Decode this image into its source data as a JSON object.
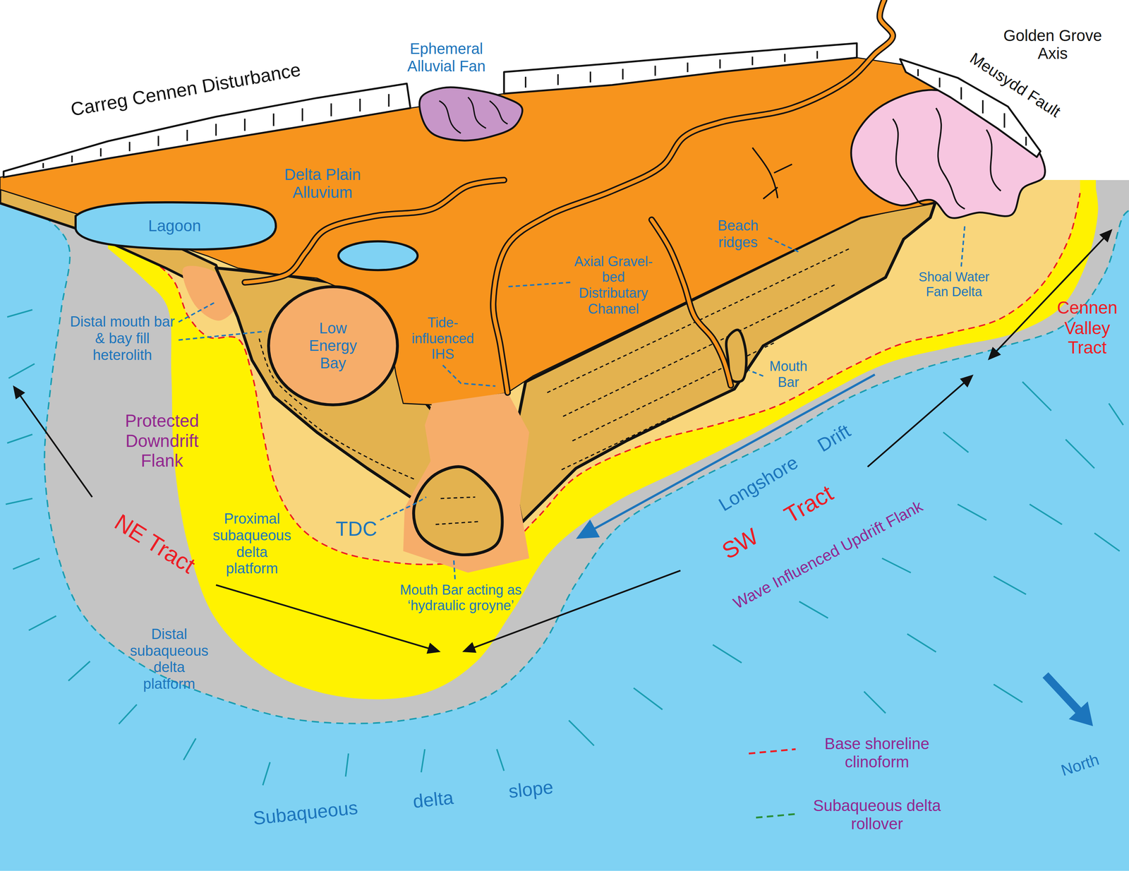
{
  "diagram": {
    "nodes": [
      {
        "text": [
          "Lagoon"
        ]
      },
      {
        "text": [
          "Low Energy Bay"
        ]
      }
    ],
    "labels": [
      "Carreg Cennen Disturbance",
      "Ephemeral Alluvial Fan",
      "Golden Grove Axis",
      "Meusydd Fault",
      "Delta Plain Alluvium",
      "Beach ridges",
      "Axial Gravel-bed Distributary Channel",
      "Shoal Water Fan Delta",
      "Cennen Valley Tract",
      "Distal mouth bar & bay fill heterolith",
      "Tide-influenced IHS",
      "Mouth Bar",
      "Protected Downdrift Flank",
      "Longshore Drift",
      "SW Tract",
      "Wave Influenced Updrift Flank",
      "Proximal subaqueous delta platform",
      "TDC",
      "NE Tract",
      "Mouth Bar acting as ‘hydraulic groyne’",
      "Distal subaqueous delta platform",
      "Subaqueous delta slope",
      "North"
    ],
    "legend": [
      {
        "text": "Base shoreline clinoform"
      },
      {
        "text": "Subaqueous delta rollover"
      }
    ]
  }
}
